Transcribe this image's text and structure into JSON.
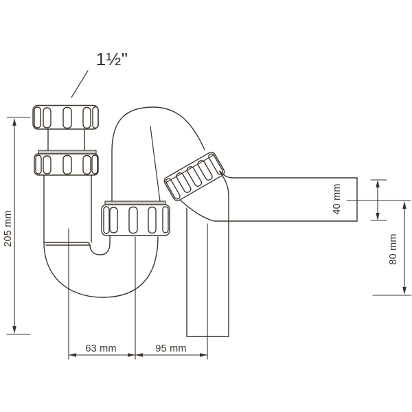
{
  "figure": {
    "type": "technical-drawing",
    "annotations": {
      "connection_size": "1½\""
    },
    "dimensions": {
      "height": "205 mm",
      "trap_width": "63 mm",
      "outlet_offset": "95 mm",
      "outlet_diameter": "40 mm",
      "outlet_drop": "80 mm"
    },
    "colors": {
      "line": "#3b332c",
      "background": "#ffffff",
      "flange_fill": "#cbc7c3"
    }
  }
}
